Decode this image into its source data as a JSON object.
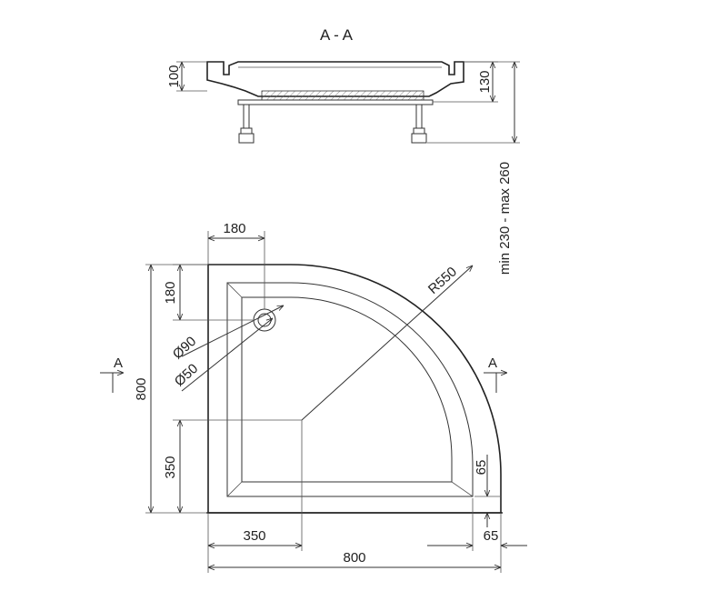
{
  "section": {
    "title": "A - A",
    "dim_rim": "100",
    "dim_total": "130",
    "dim_legs": "min 230 - max 260"
  },
  "plan": {
    "dim_drain_x": "180",
    "dim_drain_y": "180",
    "dim_radius": "R550",
    "dim_outer_hole": "Ø90",
    "dim_inner_hole": "Ø50",
    "dim_height": "800",
    "dim_straight_y": "350",
    "dim_straight_x": "350",
    "dim_width": "800",
    "dim_edge_y": "65",
    "dim_edge_x": "65",
    "cut_label_left": "A",
    "cut_label_right": "A"
  }
}
